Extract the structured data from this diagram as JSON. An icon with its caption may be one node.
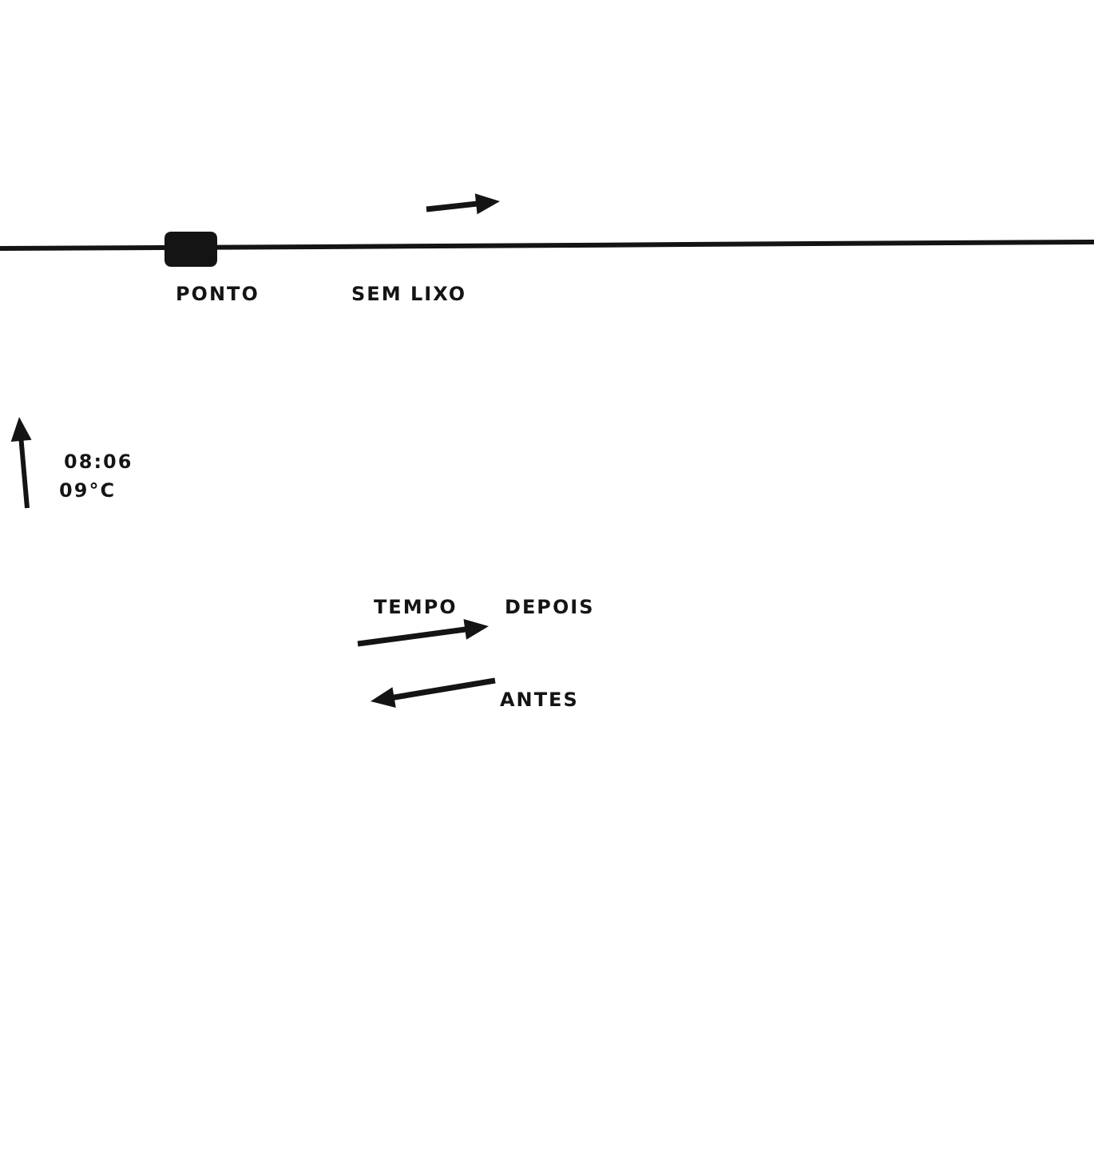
{
  "diagram": {
    "nodes": [
      {
        "text": [
          "PONTO"
        ]
      }
    ],
    "labels": [
      "SEM LIXO",
      "08:06",
      "09°C",
      "TEMPO"
    ],
    "legend": [
      {
        "text": "DEPOIS"
      },
      {
        "text": "ANTES"
      }
    ]
  }
}
